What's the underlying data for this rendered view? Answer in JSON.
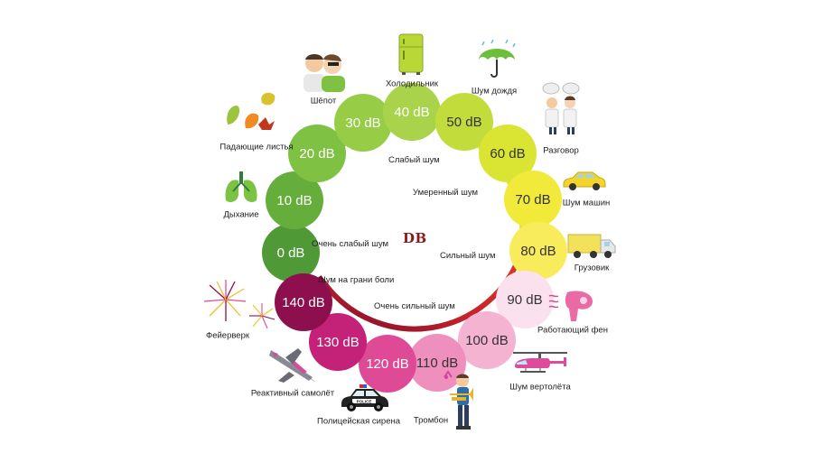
{
  "center_title": "DB",
  "levels": [
    {
      "db": 0,
      "label": "0 dB",
      "color": "#4f9a36",
      "text_color": "#ffffff"
    },
    {
      "db": 10,
      "label": "10 dB",
      "color": "#66ae3c",
      "text_color": "#ffffff"
    },
    {
      "db": 20,
      "label": "20 dB",
      "color": "#7fc142",
      "text_color": "#ffffff"
    },
    {
      "db": 30,
      "label": "30 dB",
      "color": "#96cc46",
      "text_color": "#ffffff"
    },
    {
      "db": 40,
      "label": "40 dB",
      "color": "#a9d34a",
      "text_color": "#ffffff"
    },
    {
      "db": 50,
      "label": "50 dB",
      "color": "#c2dc3c",
      "text_color": "#333333"
    },
    {
      "db": 60,
      "label": "60 dB",
      "color": "#d9e532",
      "text_color": "#333333"
    },
    {
      "db": 70,
      "label": "70 dB",
      "color": "#f2ea3a",
      "text_color": "#333333"
    },
    {
      "db": 80,
      "label": "80 dB",
      "color": "#f8ec5c",
      "text_color": "#333333"
    },
    {
      "db": 90,
      "label": "90 dB",
      "color": "#fbe1ee",
      "text_color": "#333333"
    },
    {
      "db": 100,
      "label": "100 dB",
      "color": "#f5b3d2",
      "text_color": "#333333"
    },
    {
      "db": 110,
      "label": "110 dB",
      "color": "#ef8fbd",
      "text_color": "#333333"
    },
    {
      "db": 120,
      "label": "120 dB",
      "color": "#df4a96",
      "text_color": "#ffffff"
    },
    {
      "db": 130,
      "label": "130 dB",
      "color": "#c42178",
      "text_color": "#ffffff"
    },
    {
      "db": 140,
      "label": "140 dB",
      "color": "#8e0f4d",
      "text_color": "#ffffff"
    }
  ],
  "sources": [
    {
      "name": "Дыхание",
      "icon": "lungs-icon"
    },
    {
      "name": "Падающие листья",
      "icon": "leaves-icon"
    },
    {
      "name": "Шёпот",
      "icon": "whisper-icon"
    },
    {
      "name": "Холодильник",
      "icon": "fridge-icon"
    },
    {
      "name": "Шум дождя",
      "icon": "umbrella-rain-icon"
    },
    {
      "name": "Разговор",
      "icon": "conversation-icon"
    },
    {
      "name": "Шум машин",
      "icon": "car-icon"
    },
    {
      "name": "Грузовик",
      "icon": "truck-icon"
    },
    {
      "name": "Работающий фен",
      "icon": "hairdryer-icon"
    },
    {
      "name": "Шум вертолёта",
      "icon": "helicopter-icon"
    },
    {
      "name": "Тромбон",
      "icon": "trombone-icon"
    },
    {
      "name": "Полицейская сирена",
      "icon": "police-car-icon"
    },
    {
      "name": "Реактивный самолёт",
      "icon": "jet-icon"
    },
    {
      "name": "Фейерверк",
      "icon": "fireworks-icon"
    }
  ],
  "arc_categories": [
    {
      "name": "Очень слабый шум"
    },
    {
      "name": "Слабый шум"
    },
    {
      "name": "Умеренный шум"
    },
    {
      "name": "Сильный шум"
    },
    {
      "name": "Очень сильный шум"
    },
    {
      "name": "Шум на грани боли"
    }
  ],
  "arc_colors": {
    "green": "#4f9a36",
    "yellow": "#e3e23a",
    "red": "#d42b2b",
    "dark_red": "#8e1530"
  }
}
